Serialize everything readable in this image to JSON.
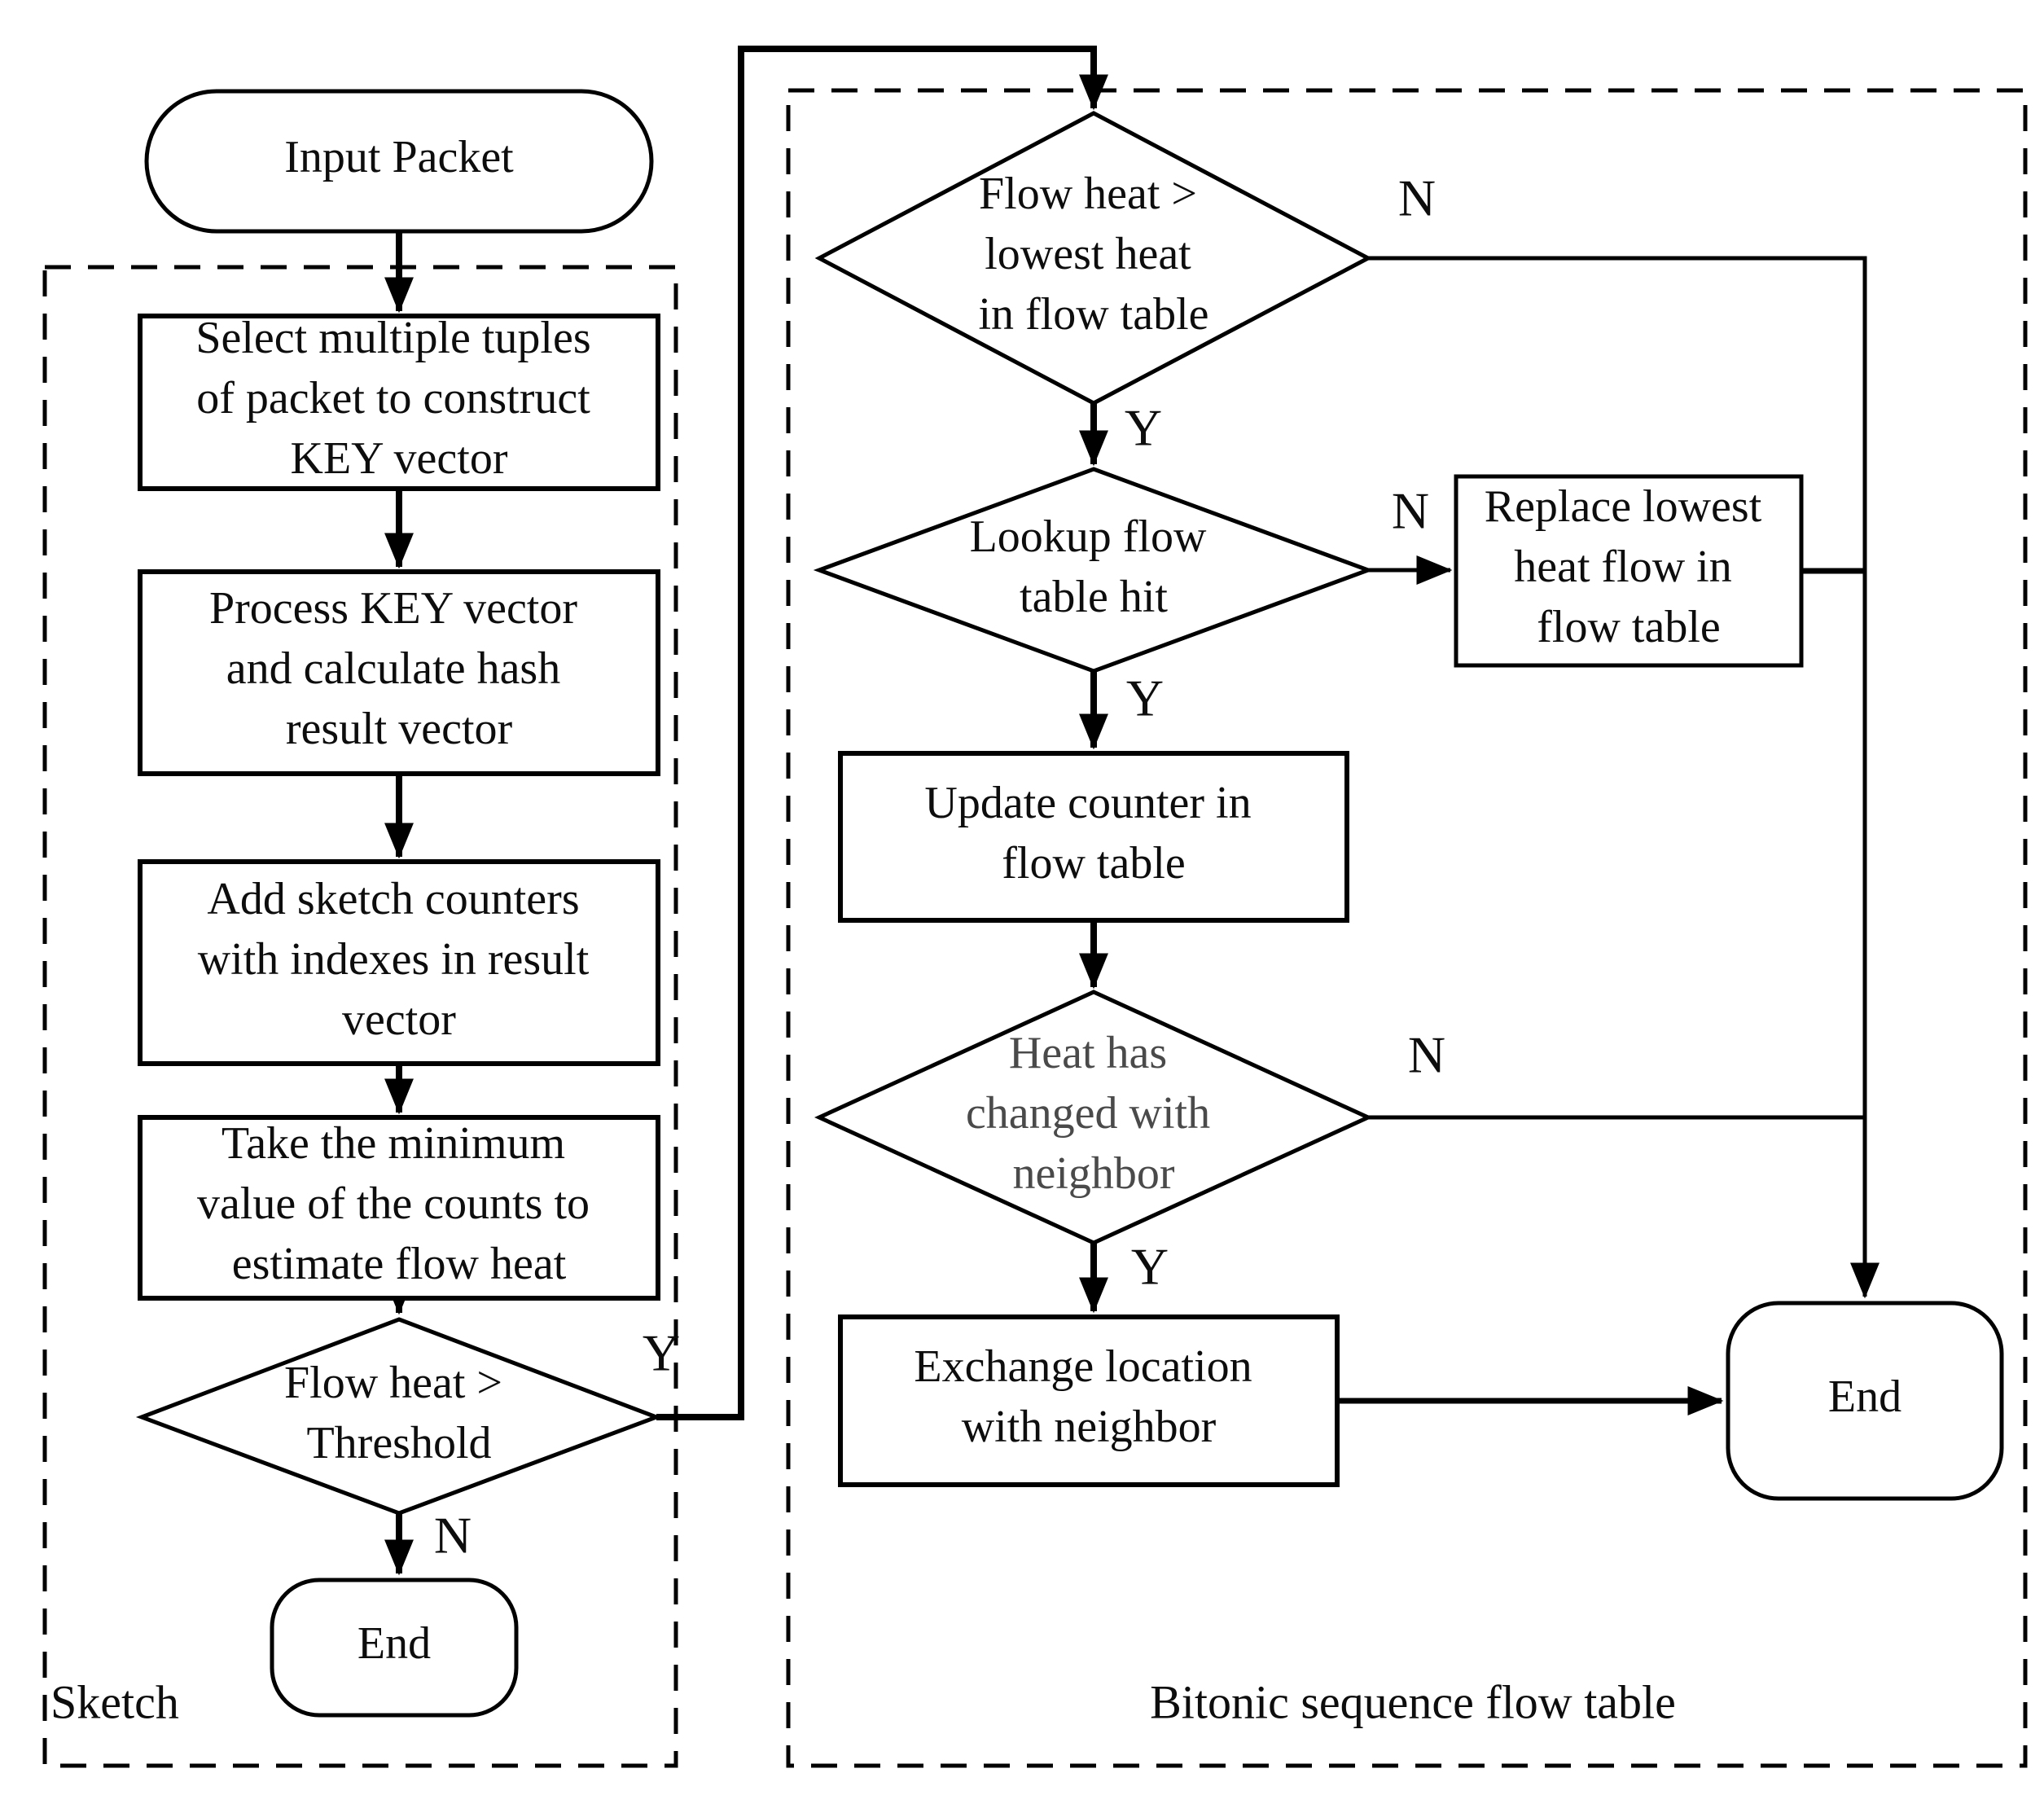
{
  "diagram": {
    "type": "flowchart",
    "sections": {
      "sketch": {
        "label": "Sketch"
      },
      "bitonic": {
        "label": "Bitonic sequence flow table"
      }
    },
    "nodes": {
      "input_packet": {
        "type": "terminator",
        "lines": [
          "Input Packet"
        ]
      },
      "select_tuples": {
        "type": "process",
        "lines": [
          "Select multiple tuples",
          "of packet to construct",
          "KEY vector"
        ]
      },
      "process_key": {
        "type": "process",
        "lines": [
          "Process KEY vector",
          "and calculate hash",
          "result vector"
        ]
      },
      "add_counters": {
        "type": "process",
        "lines": [
          "Add sketch counters",
          "with indexes in result",
          "vector"
        ]
      },
      "take_minimum": {
        "type": "process",
        "lines": [
          "Take the minimum",
          "value of the counts to",
          "estimate flow heat"
        ]
      },
      "heat_threshold": {
        "type": "decision",
        "lines": [
          "Flow heat >",
          "Threshold"
        ]
      },
      "end_sketch": {
        "type": "terminator",
        "lines": [
          "End"
        ]
      },
      "heat_lowest": {
        "type": "decision",
        "lines": [
          "Flow heat >",
          "lowest heat",
          "in flow table"
        ]
      },
      "lookup_hit": {
        "type": "decision",
        "lines": [
          "Lookup flow",
          "table hit"
        ]
      },
      "replace_lowest": {
        "type": "process",
        "lines": [
          "Replace lowest",
          "heat flow in",
          "flow table"
        ]
      },
      "update_counter": {
        "type": "process",
        "lines": [
          "Update counter in",
          "flow table"
        ]
      },
      "heat_changed": {
        "type": "decision",
        "lines": [
          "Heat has",
          "changed with",
          "neighbor"
        ]
      },
      "exchange_loc": {
        "type": "process",
        "lines": [
          "Exchange location",
          "with neighbor"
        ]
      },
      "end_flow": {
        "type": "terminator",
        "lines": [
          "End"
        ]
      }
    },
    "edge_labels": {
      "threshold_no": "N",
      "threshold_yes": "Y",
      "lowest_no": "N",
      "lowest_yes": "Y",
      "lookup_no": "N",
      "lookup_yes": "Y",
      "changed_no": "N",
      "changed_yes": "Y"
    },
    "colors": {
      "line": "#000000",
      "text": "#0d0d0d",
      "muted_text": "#4a4a4a",
      "background": "#ffffff"
    }
  }
}
